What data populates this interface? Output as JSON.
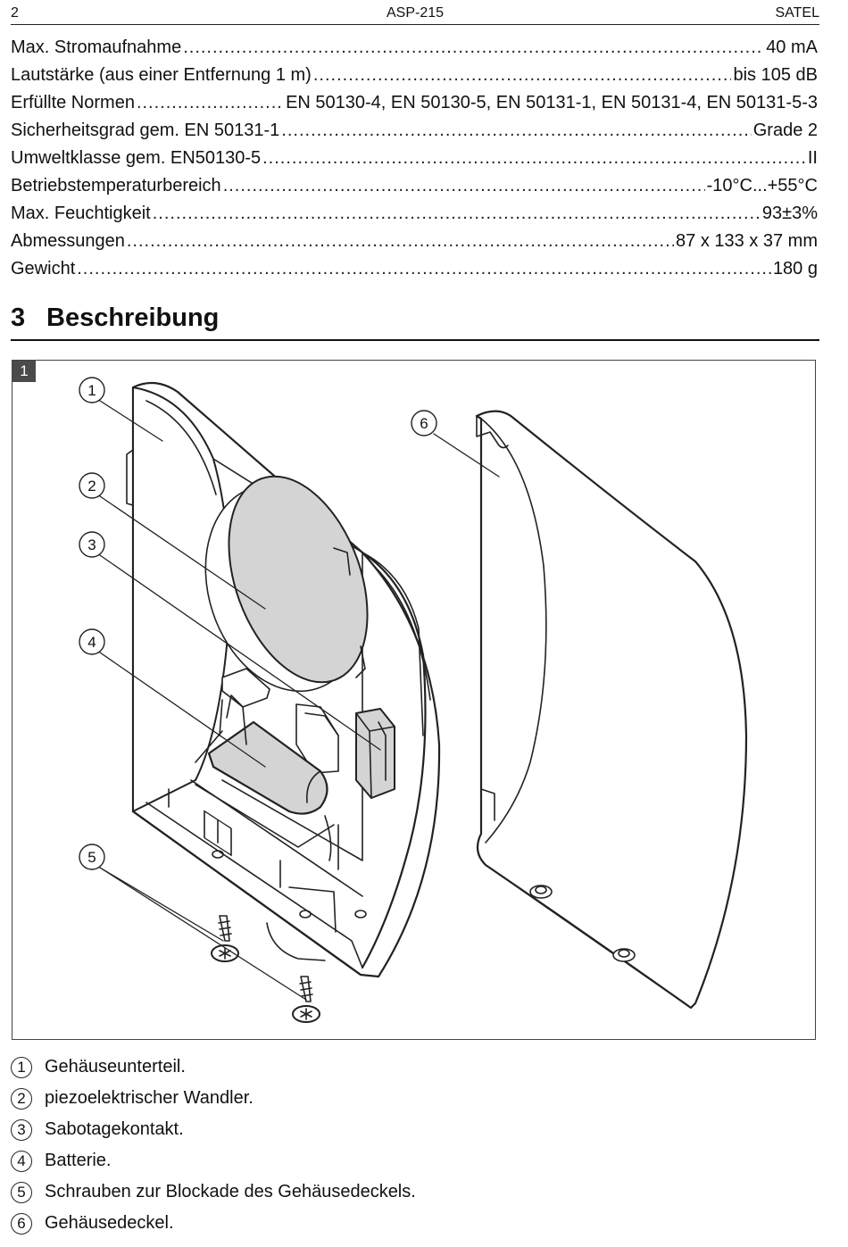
{
  "header": {
    "page_number": "2",
    "title": "ASP-215",
    "brand": "SATEL"
  },
  "specs": [
    {
      "label": "Max. Stromaufnahme",
      "value": "40 mA"
    },
    {
      "label": "Lautstärke (aus einer Entfernung 1 m)",
      "value": "bis 105 dB"
    },
    {
      "label": "Erfüllte Normen",
      "value": "EN 50130-4, EN 50130-5, EN 50131-1, EN 50131-4, EN 50131-5-3"
    },
    {
      "label": "Sicherheitsgrad gem. EN 50131-1",
      "value": "Grade 2"
    },
    {
      "label": "Umweltklasse gem. EN50130-5",
      "value": "II"
    },
    {
      "label": "Betriebstemperaturbereich",
      "value": "-10°C...+55°C"
    },
    {
      "label": "Max. Feuchtigkeit",
      "value": "93±3%"
    },
    {
      "label": "Abmessungen",
      "value": "87 x 133 x 37 mm"
    },
    {
      "label": "Gewicht",
      "value": "180 g"
    }
  ],
  "section": {
    "number": "3",
    "title": "Beschreibung"
  },
  "figure": {
    "number": "1",
    "callouts": [
      "1",
      "2",
      "3",
      "4",
      "5",
      "6"
    ]
  },
  "legend": [
    {
      "num": "1",
      "text": "Gehäuseunterteil."
    },
    {
      "num": "2",
      "text": "piezoelektrischer Wandler."
    },
    {
      "num": "3",
      "text": "Sabotagekontakt."
    },
    {
      "num": "4",
      "text": "Batterie."
    },
    {
      "num": "5",
      "text": "Schrauben zur Blockade des Gehäusedeckels."
    },
    {
      "num": "6",
      "text": "Gehäusedeckel."
    }
  ],
  "colors": {
    "ink": "#222222",
    "fill_grey": "#d4d4d4",
    "fig_label_bg": "#4a4a4a"
  }
}
